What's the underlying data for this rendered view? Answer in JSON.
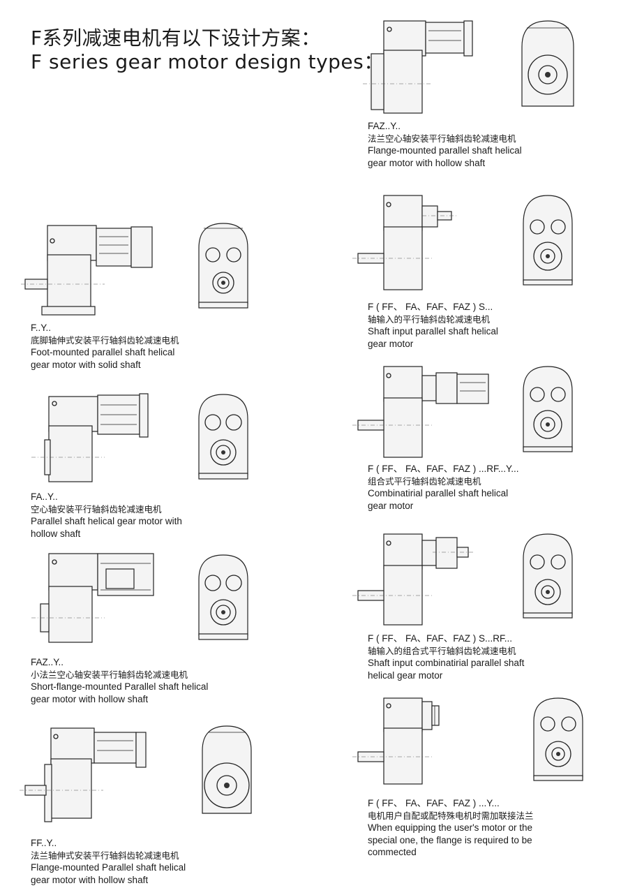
{
  "heading": {
    "line1": "F系列减速电机有以下设计方案：",
    "line2": "F series gear motor design types："
  },
  "designs": [
    {
      "code": "F..Y..",
      "cn": "底脚轴伸式安装平行轴斜齿轮减速电机",
      "en1": "Foot-mounted parallel shaft helical",
      "en2": "gear motor with solid shaft"
    },
    {
      "code": "FA..Y..",
      "cn": "空心轴安装平行轴斜齿轮减速电机",
      "en1": "Parallel shaft helical gear motor with",
      "en2": "hollow shaft"
    },
    {
      "code": "FAZ..Y..",
      "cn": "小法兰空心轴安装平行轴斜齿轮减速电机",
      "en1": "Short-flange-mounted Parallel shaft helical",
      "en2": "gear motor with hollow shaft"
    },
    {
      "code": "FF..Y..",
      "cn": "法兰轴伸式安装平行轴斜齿轮减速电机",
      "en1": "Flange-mounted Parallel shaft helical",
      "en2": "gear motor with hollow shaft"
    },
    {
      "code": "FAZ..Y..",
      "cn": "法兰空心轴安装平行轴斜齿轮减速电机",
      "en1": "Flange-mounted parallel shaft helical",
      "en2": "gear motor with hollow shaft"
    },
    {
      "code": "F ( FF、 FA、FAF、FAZ ) S...",
      "cn": "轴输入的平行轴斜齿轮减速电机",
      "en1": "Shaft input parallel shaft helical",
      "en2": "gear motor"
    },
    {
      "code": "F ( FF、 FA、FAF、FAZ ) ...RF...Y...",
      "cn": "组合式平行轴斜齿轮减速电机",
      "en1": "Combinatirial parallel shaft helical",
      "en2": "gear motor"
    },
    {
      "code": "F ( FF、 FA、FAF、FAZ ) S...RF...",
      "cn": "轴输入的组合式平行轴斜齿轮减速电机",
      "en1": "Shaft input combinatirial parallel shaft",
      "en2": "helical gear motor"
    },
    {
      "code": "F ( FF、 FA、FAF、FAZ ) ...Y...",
      "cn": "电机用户自配或配特殊电机时需加联接法兰",
      "en1": "When equipping the user's motor or the",
      "en2": "special one, the flange is required to be",
      "en3": "commected"
    }
  ]
}
